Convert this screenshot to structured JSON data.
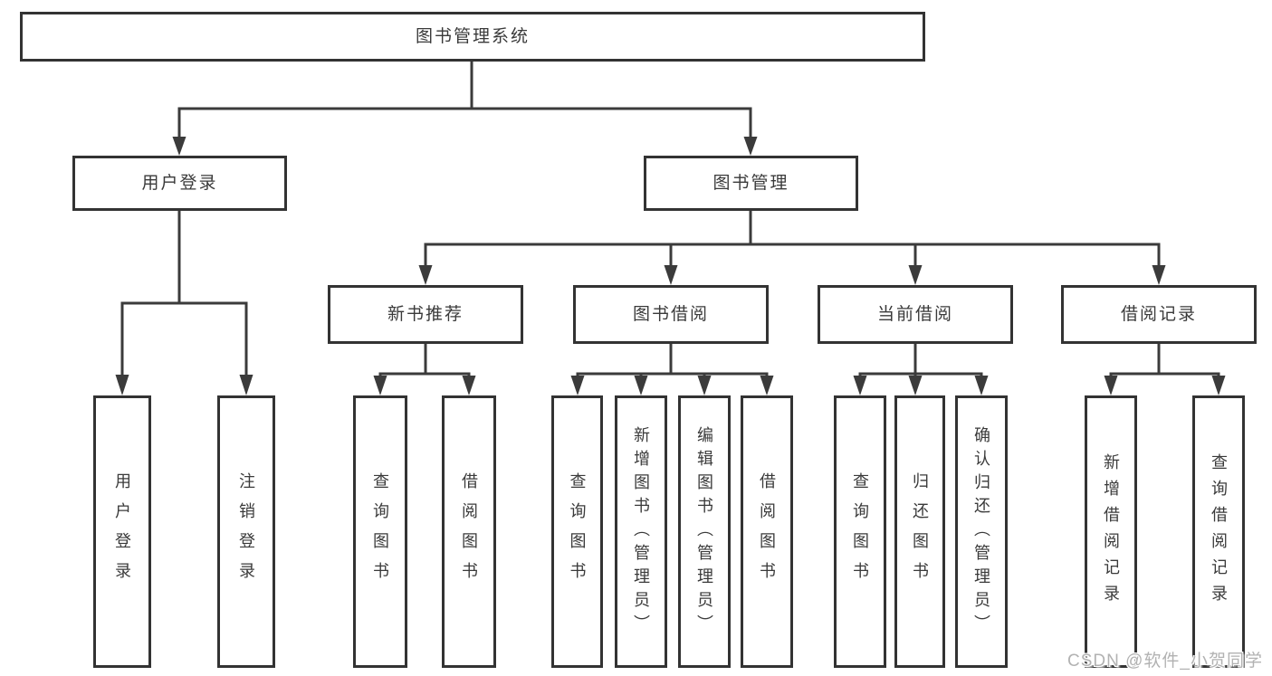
{
  "colors": {
    "line": "#3b3b3b",
    "box_border": "#333333",
    "text": "#3a3a3a",
    "watermark": "#b2b2b2"
  },
  "nodes": {
    "root": "图书管理系统",
    "user_login": "用户登录",
    "book_mgmt": "图书管理",
    "new_book_rec": "新书推荐",
    "book_borrow": "图书借阅",
    "current_borrow": "当前借阅",
    "borrow_records": "借阅记录",
    "leaf_user_login": "用户登录",
    "leaf_logout": "注销登录",
    "leaf_rec_query": "查询图书",
    "leaf_rec_borrow": "借阅图书",
    "leaf_bb_query": "查询图书",
    "leaf_bb_add": "新增图书（管理员）",
    "leaf_bb_edit": "编辑图书（管理员）",
    "leaf_bb_borrow": "借阅图书",
    "leaf_cb_query": "查询图书",
    "leaf_cb_return": "归还图书",
    "leaf_cb_confirm": "确认归还（管理员）",
    "leaf_br_add": "新增借阅记录",
    "leaf_br_query": "查询借阅记录"
  },
  "watermark": "CSDN @软件_小贺同学"
}
